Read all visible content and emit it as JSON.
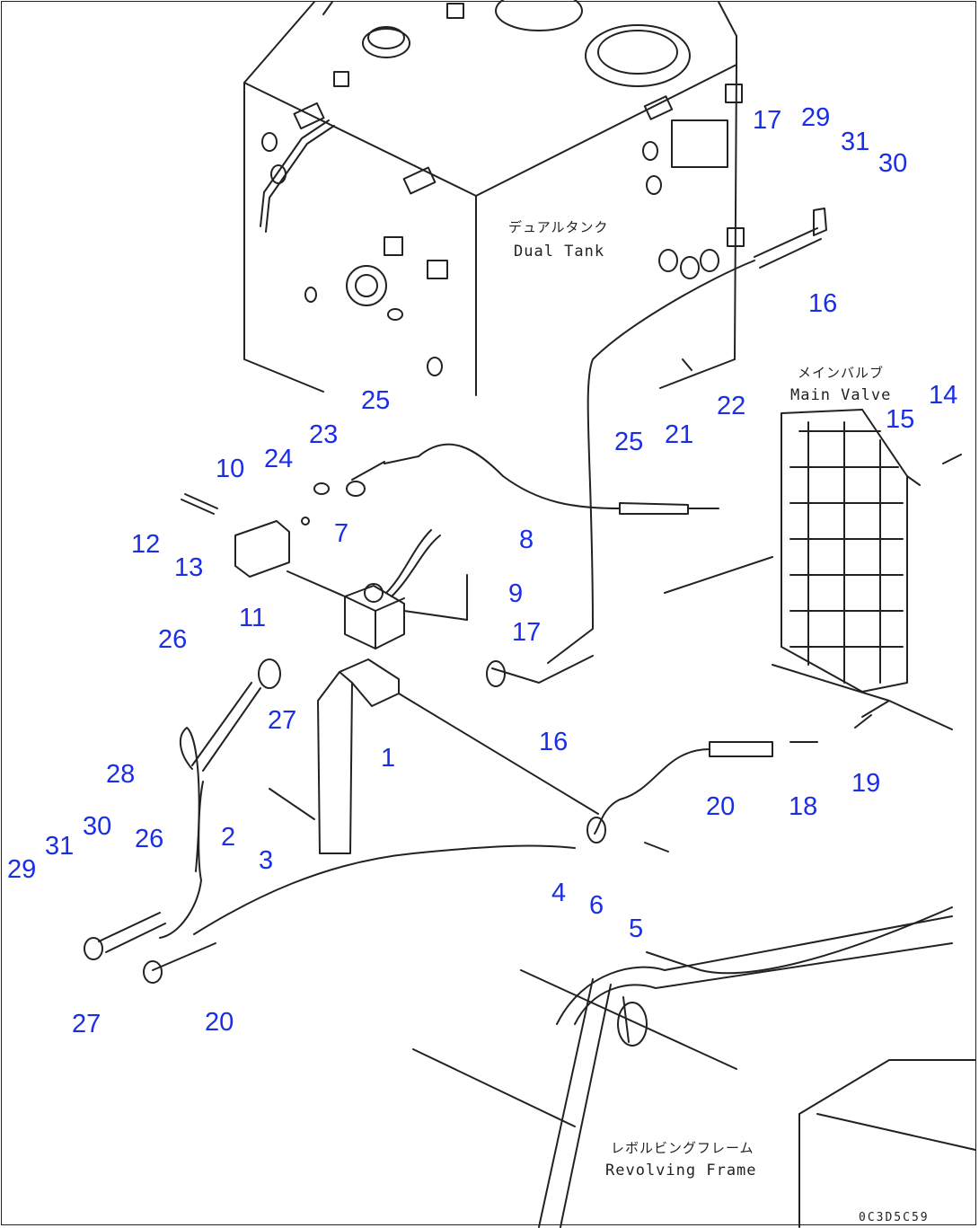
{
  "labels": {
    "dual_tank_jp": "デュアルタンク",
    "dual_tank_en": "Dual Tank",
    "main_valve_jp": "メインバルブ",
    "main_valve_en": "Main Valve",
    "revolving_frame_jp": "レボルビングフレーム",
    "revolving_frame_en": "Revolving Frame",
    "drawing_code": "0C3D5C59"
  },
  "callouts": {
    "c17a": "17",
    "c29a": "29",
    "c31a": "31",
    "c30a": "30",
    "c16a": "16",
    "c25a": "25",
    "c23": "23",
    "c24": "24",
    "c10": "10",
    "c12": "12",
    "c13": "13",
    "c25b": "25",
    "c21": "21",
    "c22": "22",
    "c15": "15",
    "c14": "14",
    "c7": "7",
    "c8": "8",
    "c9": "9",
    "c11": "11",
    "c26a": "26",
    "c17b": "17",
    "c27a": "27",
    "c16b": "16",
    "c1": "1",
    "c28": "28",
    "c2": "2",
    "c3": "3",
    "c30b": "30",
    "c26b": "26",
    "c31b": "31",
    "c29b": "29",
    "c4": "4",
    "c6": "6",
    "c5": "5",
    "c20a": "20",
    "c18": "18",
    "c19": "19",
    "c27b": "27",
    "c20b": "20"
  },
  "colors": {
    "callout": "#1a2ee8",
    "line": "#222222",
    "background": "#ffffff"
  }
}
